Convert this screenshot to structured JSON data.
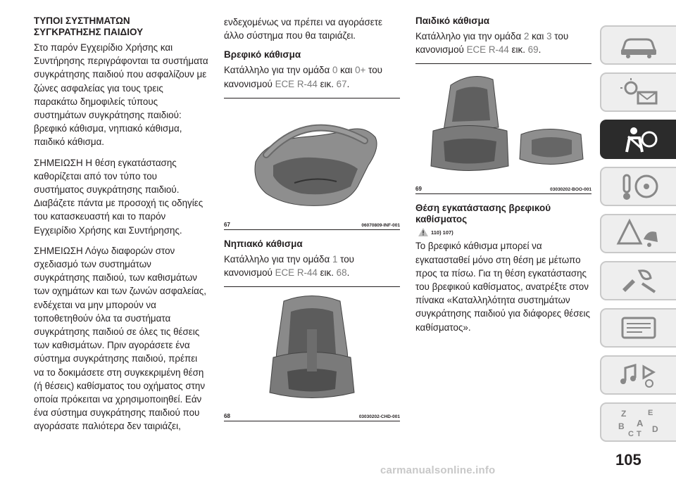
{
  "col1": {
    "heading": "ΤΥΠΟΙ ΣΥΣΤΗΜΑΤΩΝ ΣΥΓΚΡΑΤΗΣΗΣ ΠΑΙΔΙΟΥ",
    "p1": "Στο παρόν Εγχειρίδιο Χρήσης και Συντήρησης περιγράφονται τα συστήματα συγκράτησης παιδιού που ασφαλίζουν με ζώνες ασφαλείας για τους τρεις παρακάτω δημοφιλείς τύπους συστημάτων συγκράτησης παιδιού: βρεφικό κάθισμα, νηπιακό κάθισμα, παιδικό κάθισμα.",
    "p2": "ΣΗΜΕΙΩΣΗ Η θέση εγκατάστασης καθορίζεται από τον τύπο του συστήματος συγκράτησης παιδιού. Διαβάζετε πάντα με προσοχή τις οδηγίες του κατασκευαστή και το παρόν Εγχειρίδιο Χρήσης και Συντήρησης.",
    "p3": "ΣΗΜΕΙΩΣΗ Λόγω διαφορών στον σχεδιασμό των συστημάτων συγκράτησης παιδιού, των καθισμάτων των οχημάτων και των ζωνών ασφαλείας, ενδέχεται να μην μπορούν να τοποθετηθούν όλα τα συστήματα συγκράτησης παιδιού σε όλες τις θέσεις των καθισμάτων. Πριν αγοράσετε ένα σύστημα συγκράτησης παιδιού, πρέπει να το δοκιμάσετε στη συγκεκριμένη θέση (ή θέσεις) καθίσματος του οχήματος στην οποία πρόκειται να χρησιμοποιηθεί. Εάν ένα σύστημα συγκράτησης παιδιού που αγοράσατε παλιότερα δεν ταιριάζει,"
  },
  "col2": {
    "p_cont": "ενδεχομένως να πρέπει να αγοράσετε άλλο σύστημα που θα ταιριάζει.",
    "h_infant": "Βρεφικό κάθισμα",
    "infant_a": "Κατάλληλο για την ομάδα ",
    "infant_g1": "0",
    "infant_b": " και ",
    "infant_g2": "0+",
    "infant_c": " του κανονισμού ",
    "infant_reg": "ECE R-44",
    "infant_d": " εικ. ",
    "infant_fig": "67",
    "infant_e": ".",
    "fig67_num": "67",
    "fig67_code": "06070809-INF-001",
    "h_toddler": "Νηπιακό κάθισμα",
    "toddler_a": "Κατάλληλο για την ομάδα ",
    "toddler_g": "1",
    "toddler_c": " του κανονισμού ",
    "toddler_reg": "ECE R-44",
    "toddler_d": " εικ. ",
    "toddler_fig": "68",
    "toddler_e": ".",
    "fig68_num": "68",
    "fig68_code": "03030202-CHD-001"
  },
  "col3": {
    "h_child": "Παιδικό κάθισμα",
    "child_a": "Κατάλληλο για την ομάδα ",
    "child_g1": "2",
    "child_b": " και ",
    "child_g2": "3",
    "child_c": " του κανονισμού ",
    "child_reg": "ECE R-44",
    "child_d": " εικ. ",
    "child_fig": "69",
    "child_e": ".",
    "fig69_num": "69",
    "fig69_code": "03030202-BOO-001",
    "h_position": "Θέση εγκατάστασης βρεφικού καθίσματος",
    "warn_refs": "110) 107)",
    "p_position": "Το βρεφικό κάθισμα μπορεί να εγκατασταθεί μόνο στη θέση με μέτωπο προς τα πίσω. Για τη θέση εγκατάστασης του βρεφικού καθίσματος, ανατρέξτε στον πίνακα «Καταλληλότητα συστημάτων συγκράτησης παιδιού για διάφορες θέσεις καθίσματος»."
  },
  "sidebar": {
    "tabs": [
      "car-info-icon",
      "warning-lights-icon",
      "safety-airbag-icon",
      "starting-driving-icon",
      "emergency-icon",
      "maintenance-icon",
      "technical-data-icon",
      "multimedia-icon",
      "index-icon"
    ],
    "active_index": 2,
    "index_letters": [
      "Z",
      "E",
      "B",
      "A",
      "C",
      "T",
      "D"
    ]
  },
  "page_number": "105",
  "watermark": "carmanualsonline.info"
}
